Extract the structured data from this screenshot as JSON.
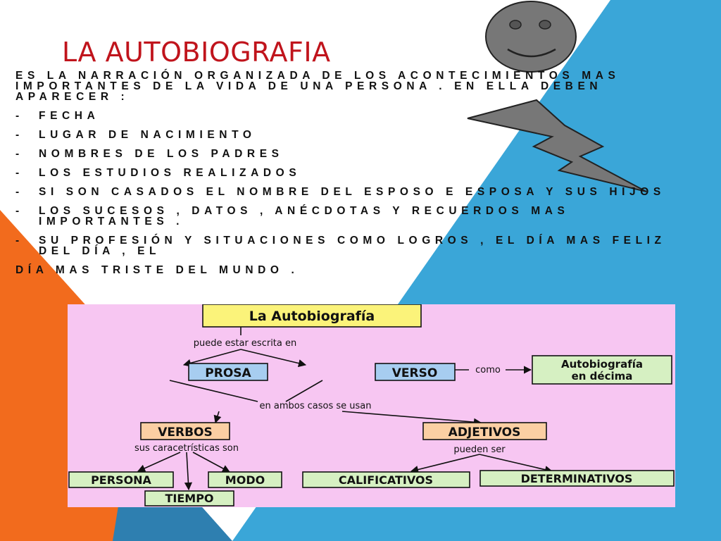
{
  "slide": {
    "title": "LA AUTOBIOGRAFIA",
    "intro": "ES LA NARRACIÓN ORGANIZADA  DE LOS ACONTECIMIENTOS  MAS IMPORTANTES DE LA VIDA DE UNA PERSONA . EN ELLA DEBEN APARECER :",
    "items": [
      "FECHA",
      "LUGAR DE NACIMIENTO",
      "NOMBRES DE LOS PADRES",
      "LOS ESTUDIOS REALIZADOS",
      "SI SON CASADOS EL NOMBRE DEL ESPOSO E ESPOSA Y SUS HIJOS",
      "LOS SUCESOS , DATOS , ANÉCDOTAS  Y RECUERDOS MAS IMPORTANTES .",
      "SU PROFESIÓN  Y SITUACIONES COMO LOGROS , EL DÍA MAS FELIZ DEL DÍA , EL"
    ],
    "last_line": "DÍA MAS TRISTE DEL MUNDO ."
  },
  "colors": {
    "title": "#c0141c",
    "blue_band": "#3aa6d8",
    "dark_blue": "#2e7fb0",
    "orange_band": "#f26b1d",
    "map_background": "#f7c6f2",
    "node_title": "#fbf37a",
    "node_blue": "#a7cdf0",
    "node_orange": "#fbcfa3",
    "node_green": "#d6f0c2",
    "shape_gray": "#777777"
  },
  "icons": {
    "smiley": "smiley-face-icon",
    "bolt": "lightning-bolt-icon"
  },
  "concept_map": {
    "nodes": {
      "root": "La Autobiografía",
      "prosa": "PROSA",
      "verso": "VERSO",
      "decima_line1": "Autobiografía",
      "decima_line2": "en décima",
      "verbos": "VERBOS",
      "adjetivos": "ADJETIVOS",
      "persona": "PERSONA",
      "modo": "MODO",
      "tiempo": "TIEMPO",
      "calificativos": "CALIFICATIVOS",
      "determinativos": "DETERMINATIVOS"
    },
    "links": {
      "puede_estar": "puede estar escrita en",
      "como": "como",
      "ambos": "en ambos casos se usan",
      "caracteristicas": "sus caracetrísticas son",
      "pueden_ser": "pueden ser"
    }
  }
}
